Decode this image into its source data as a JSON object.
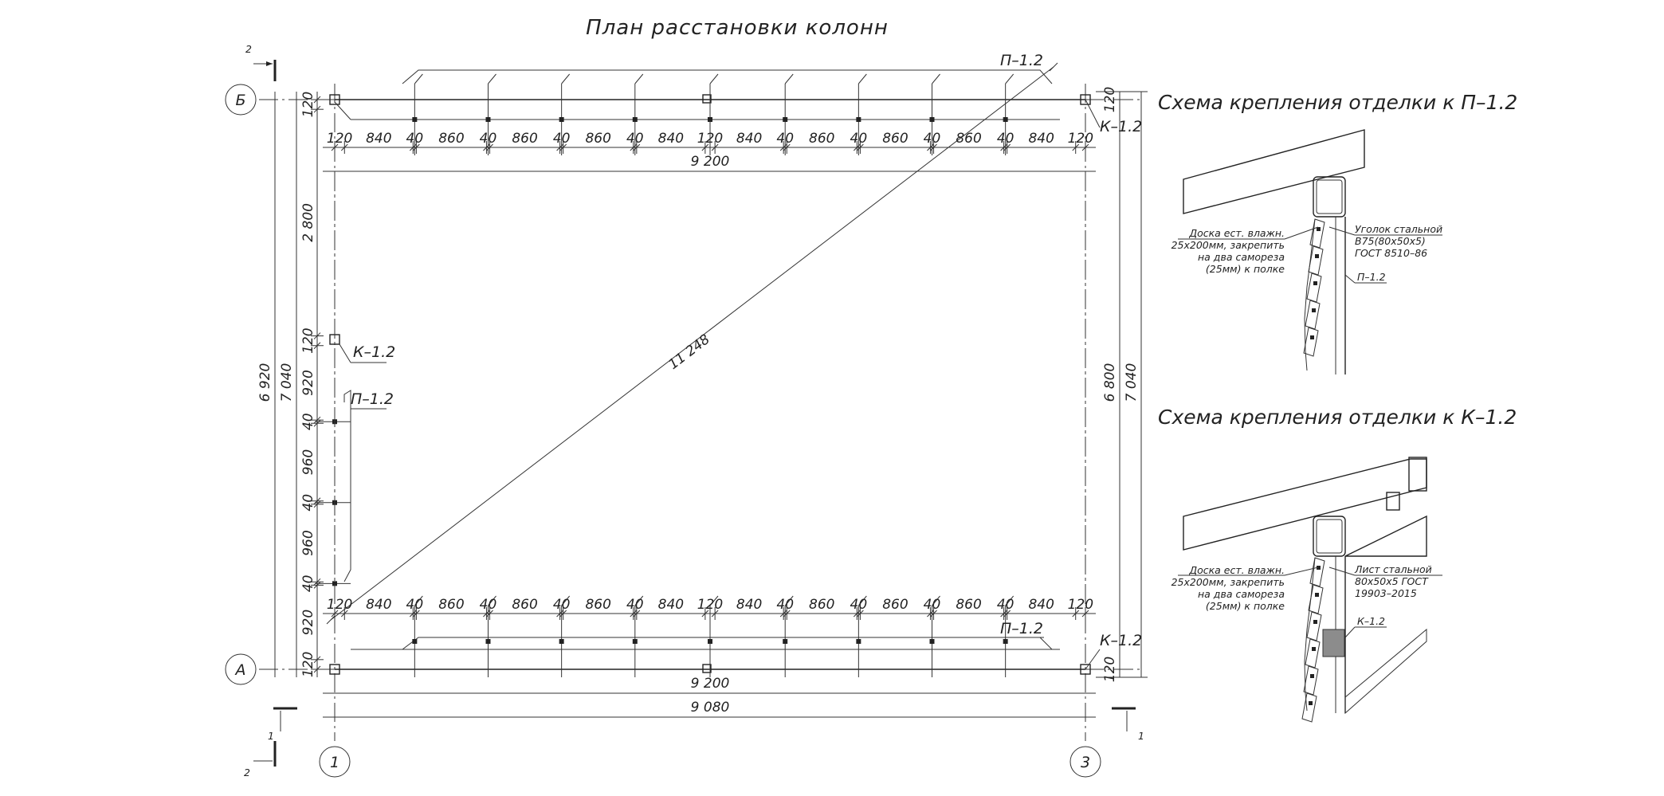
{
  "title": "План расстановки колонн",
  "detail1": {
    "title": "Схема крепления отделки к П–1.2",
    "note_left": [
      "Доска ест. влажн.",
      "25x200мм, закрепить",
      "на два самореза",
      "(25мм) к полке"
    ],
    "note_right": [
      "Уголок стальной",
      "В75(80x50x5)",
      "ГОСТ 8510–86"
    ],
    "label": "П–1.2"
  },
  "detail2": {
    "title": "Схема крепления отделки к К–1.2",
    "note_left": [
      "Доска ест. влажн.",
      "25x200мм, закрепить",
      "на два самореза",
      "(25мм) к полке"
    ],
    "note_right": [
      "Лист стальной",
      "80x50x5 ГОСТ",
      "19903–2015"
    ],
    "label": "К–1.2"
  },
  "axes": {
    "row_top": "Б",
    "row_bottom": "А",
    "col_left": "1",
    "col_right": "3"
  },
  "section_marks": {
    "s1": "1",
    "s2": "2"
  },
  "labels": {
    "beam": "П–1.2",
    "column": "К–1.2",
    "beam_left": "П–1.2",
    "column_left": "К–1.2"
  },
  "dimensions": {
    "top_chain": [
      "120",
      "840",
      "40",
      "860",
      "40",
      "860",
      "40",
      "860",
      "40",
      "840",
      "120",
      "840",
      "40",
      "860",
      "40",
      "860",
      "40",
      "860",
      "40",
      "840",
      "120"
    ],
    "bottom_chain": [
      "120",
      "840",
      "40",
      "860",
      "40",
      "860",
      "40",
      "860",
      "40",
      "840",
      "120",
      "840",
      "40",
      "860",
      "40",
      "860",
      "40",
      "860",
      "40",
      "840",
      "120"
    ],
    "top_total": "9 200",
    "bottom_total_1": "9 200",
    "bottom_total_2": "9 080",
    "diagonal": "11 248",
    "left_chain": [
      "120",
      "2 800",
      "120",
      "920",
      "40",
      "960",
      "40",
      "960",
      "40",
      "920",
      "120"
    ],
    "left_outer_1": "6 920",
    "left_outer_2": "7 040",
    "right_outer_1": "6 800",
    "right_outer_2": "7 040",
    "right_top_small": "120",
    "right_bottom_small": "120"
  }
}
